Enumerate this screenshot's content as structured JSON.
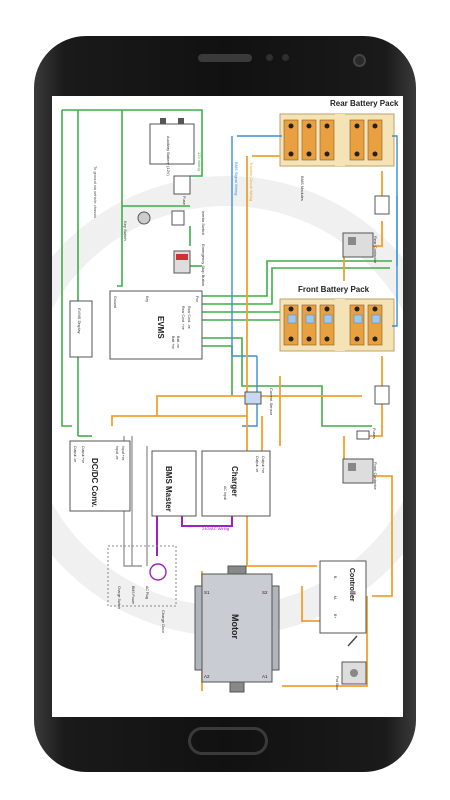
{
  "diagram": {
    "rear_pack": "Rear Battery Pack",
    "front_pack": "Front Battery Pack",
    "bms_modules": "BMS Modules",
    "bms_signal": "BMS Signal Wiring",
    "traction_wiring": "Traction Circuit Wiring",
    "evms": "EVMS",
    "evms_display": "EVMS Display",
    "aux_battery": "Auxiliary Battery (12V)",
    "fuse": "Fuse",
    "key_switch": "Key Switch",
    "inertia_switch": "Inertia Switch",
    "emergency_stop": "Emergency Stop Button",
    "hv_wiring": "12V wiring",
    "ground_note": "To ground via vehicle chassis",
    "current_sensor": "Current Sensor",
    "rear_contactor": "Rear Contactor",
    "front_contactor": "Front Contactor",
    "precharge": "Precharge Resistor",
    "fuses": "Fuses",
    "dcdc": "DC/DC Conv.",
    "bms_master": "BMS Master",
    "charger": "Charger",
    "ac_input": "AC Input",
    "output_minus": "Output -ve",
    "output_plus": "Output +ve",
    "input_plus": "Input +ve",
    "input_minus": "Input -ve",
    "ac_wiring": "240VAC Wiring",
    "ac_plug": "AC Plug",
    "charge_door": "Charge Door",
    "charge_switch": "Charge Switch",
    "bms_power": "BMS Power",
    "motor": "Motor",
    "controller": "Controller",
    "pot_box": "Pot Box",
    "evms_pins": [
      "Ground",
      "Key",
      "Pwr",
      "Rear Cont. +ve",
      "Rear Cont. -ve",
      "Precharge +ve",
      "Precharge -ve",
      "Front Cont. +ve",
      "Front Cont. -ve",
      "Batt +ve",
      "Batt -ve",
      "Current Sensor Interface"
    ],
    "controller_pins": [
      "B-",
      "M-",
      "B+"
    ],
    "motor_pins": [
      "S1",
      "S2",
      "A1",
      "A2"
    ]
  },
  "colors": {
    "green": "#3fae49",
    "orange": "#f0a030",
    "blue": "#3a8fd8",
    "purple": "#a020c0",
    "grey": "#888888"
  }
}
